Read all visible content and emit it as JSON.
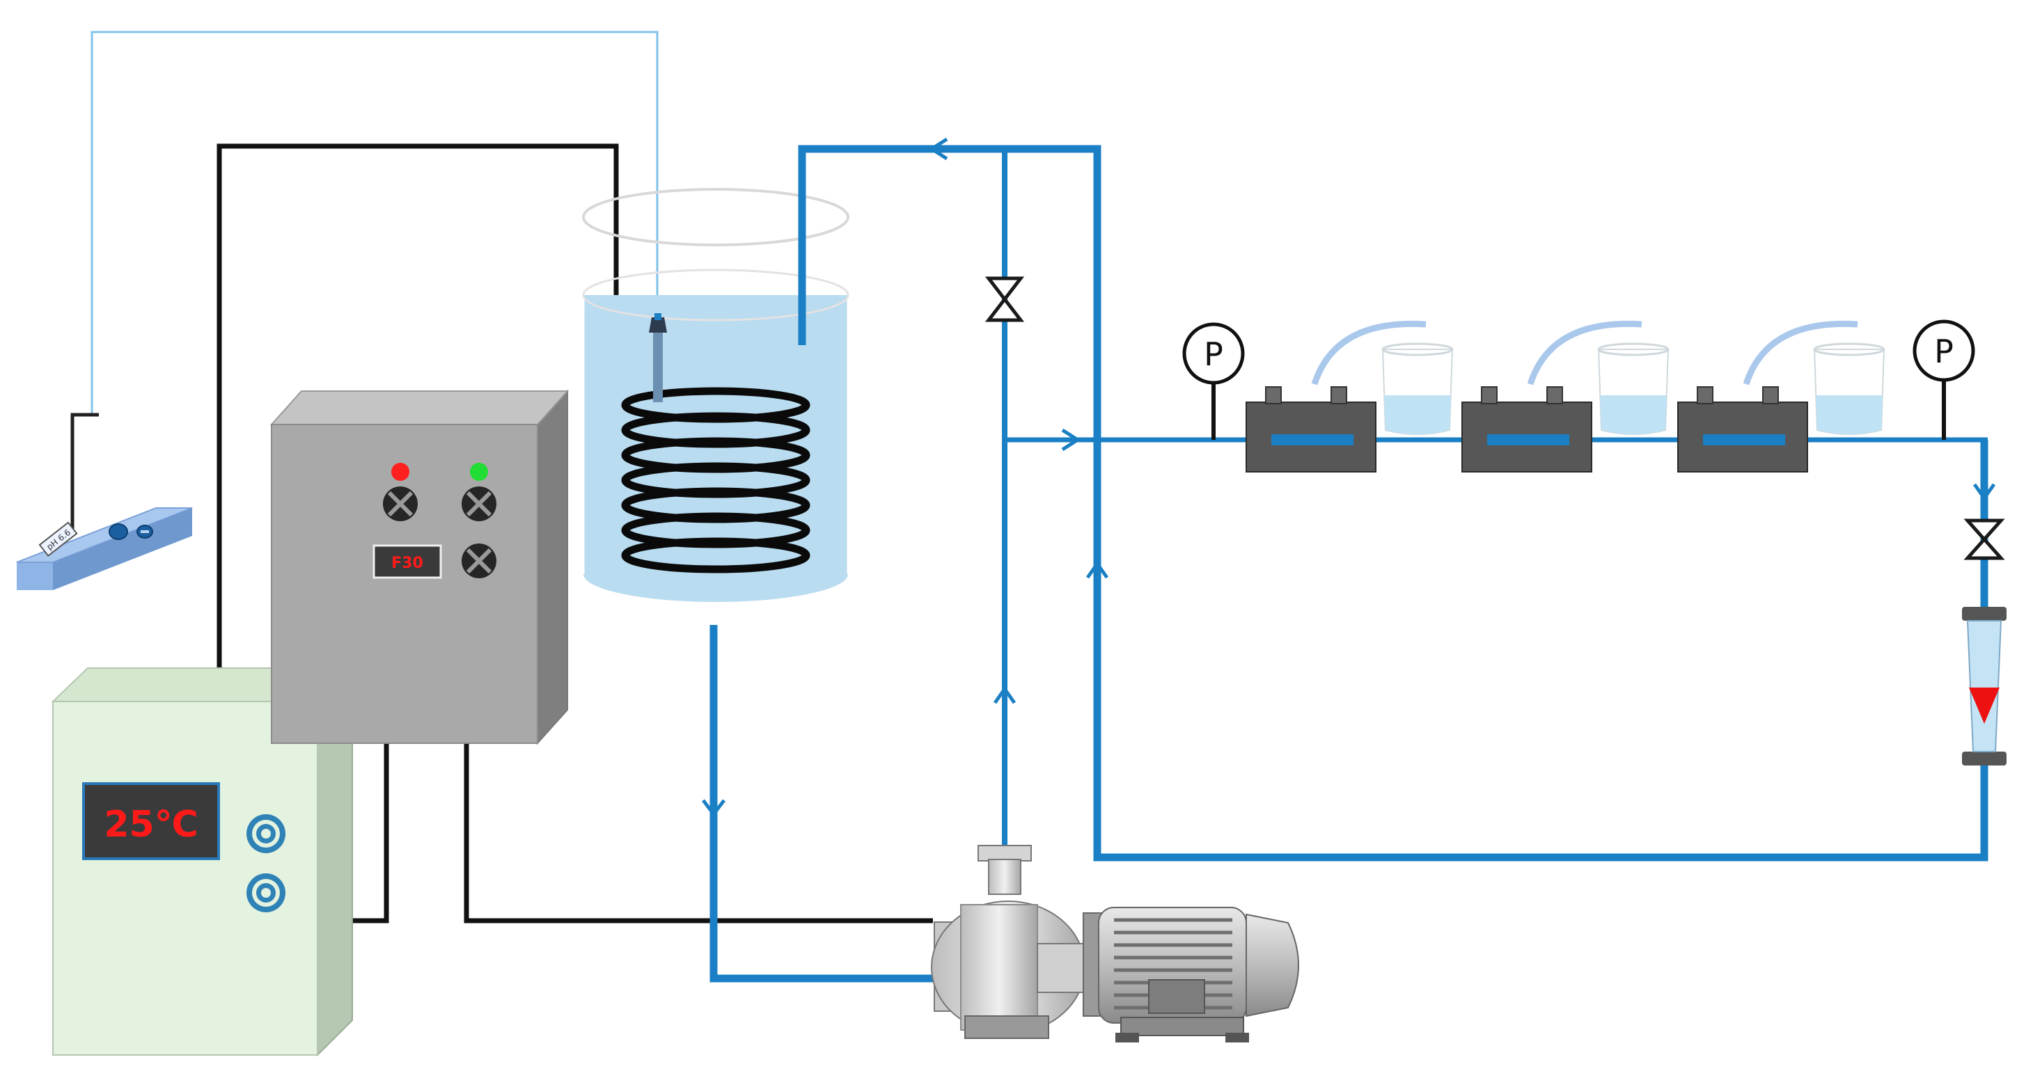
{
  "diagram": {
    "thermostat": {
      "temperature_display": "25℃"
    },
    "control_box": {
      "display": "F30"
    },
    "ph_meter": {
      "display": "pH 6.6"
    },
    "gauges": {
      "inlet_label": "P",
      "outlet_label": "P"
    }
  },
  "colors": {
    "pipe": "#1a7fc4",
    "wire": "#111111",
    "signal_wire": "#7fc3ea",
    "tank_water": "#b9dcf0",
    "control_box": "#a9a9a9",
    "thermostat": "#e4f2e0",
    "display_text": "#ff1a1a",
    "led_red": "#ff2020",
    "led_green": "#22dd33",
    "flow_indicator": "#ee1111"
  }
}
